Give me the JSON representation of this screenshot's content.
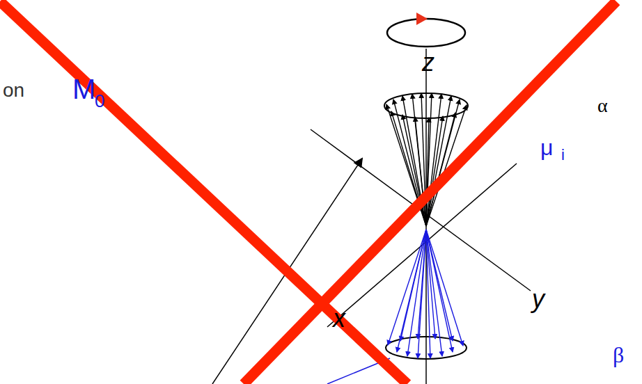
{
  "diagram": {
    "labels": [
      "on",
      "M",
      "0",
      "z",
      "x",
      "y",
      "μ",
      "i",
      "α",
      "β"
    ]
  }
}
